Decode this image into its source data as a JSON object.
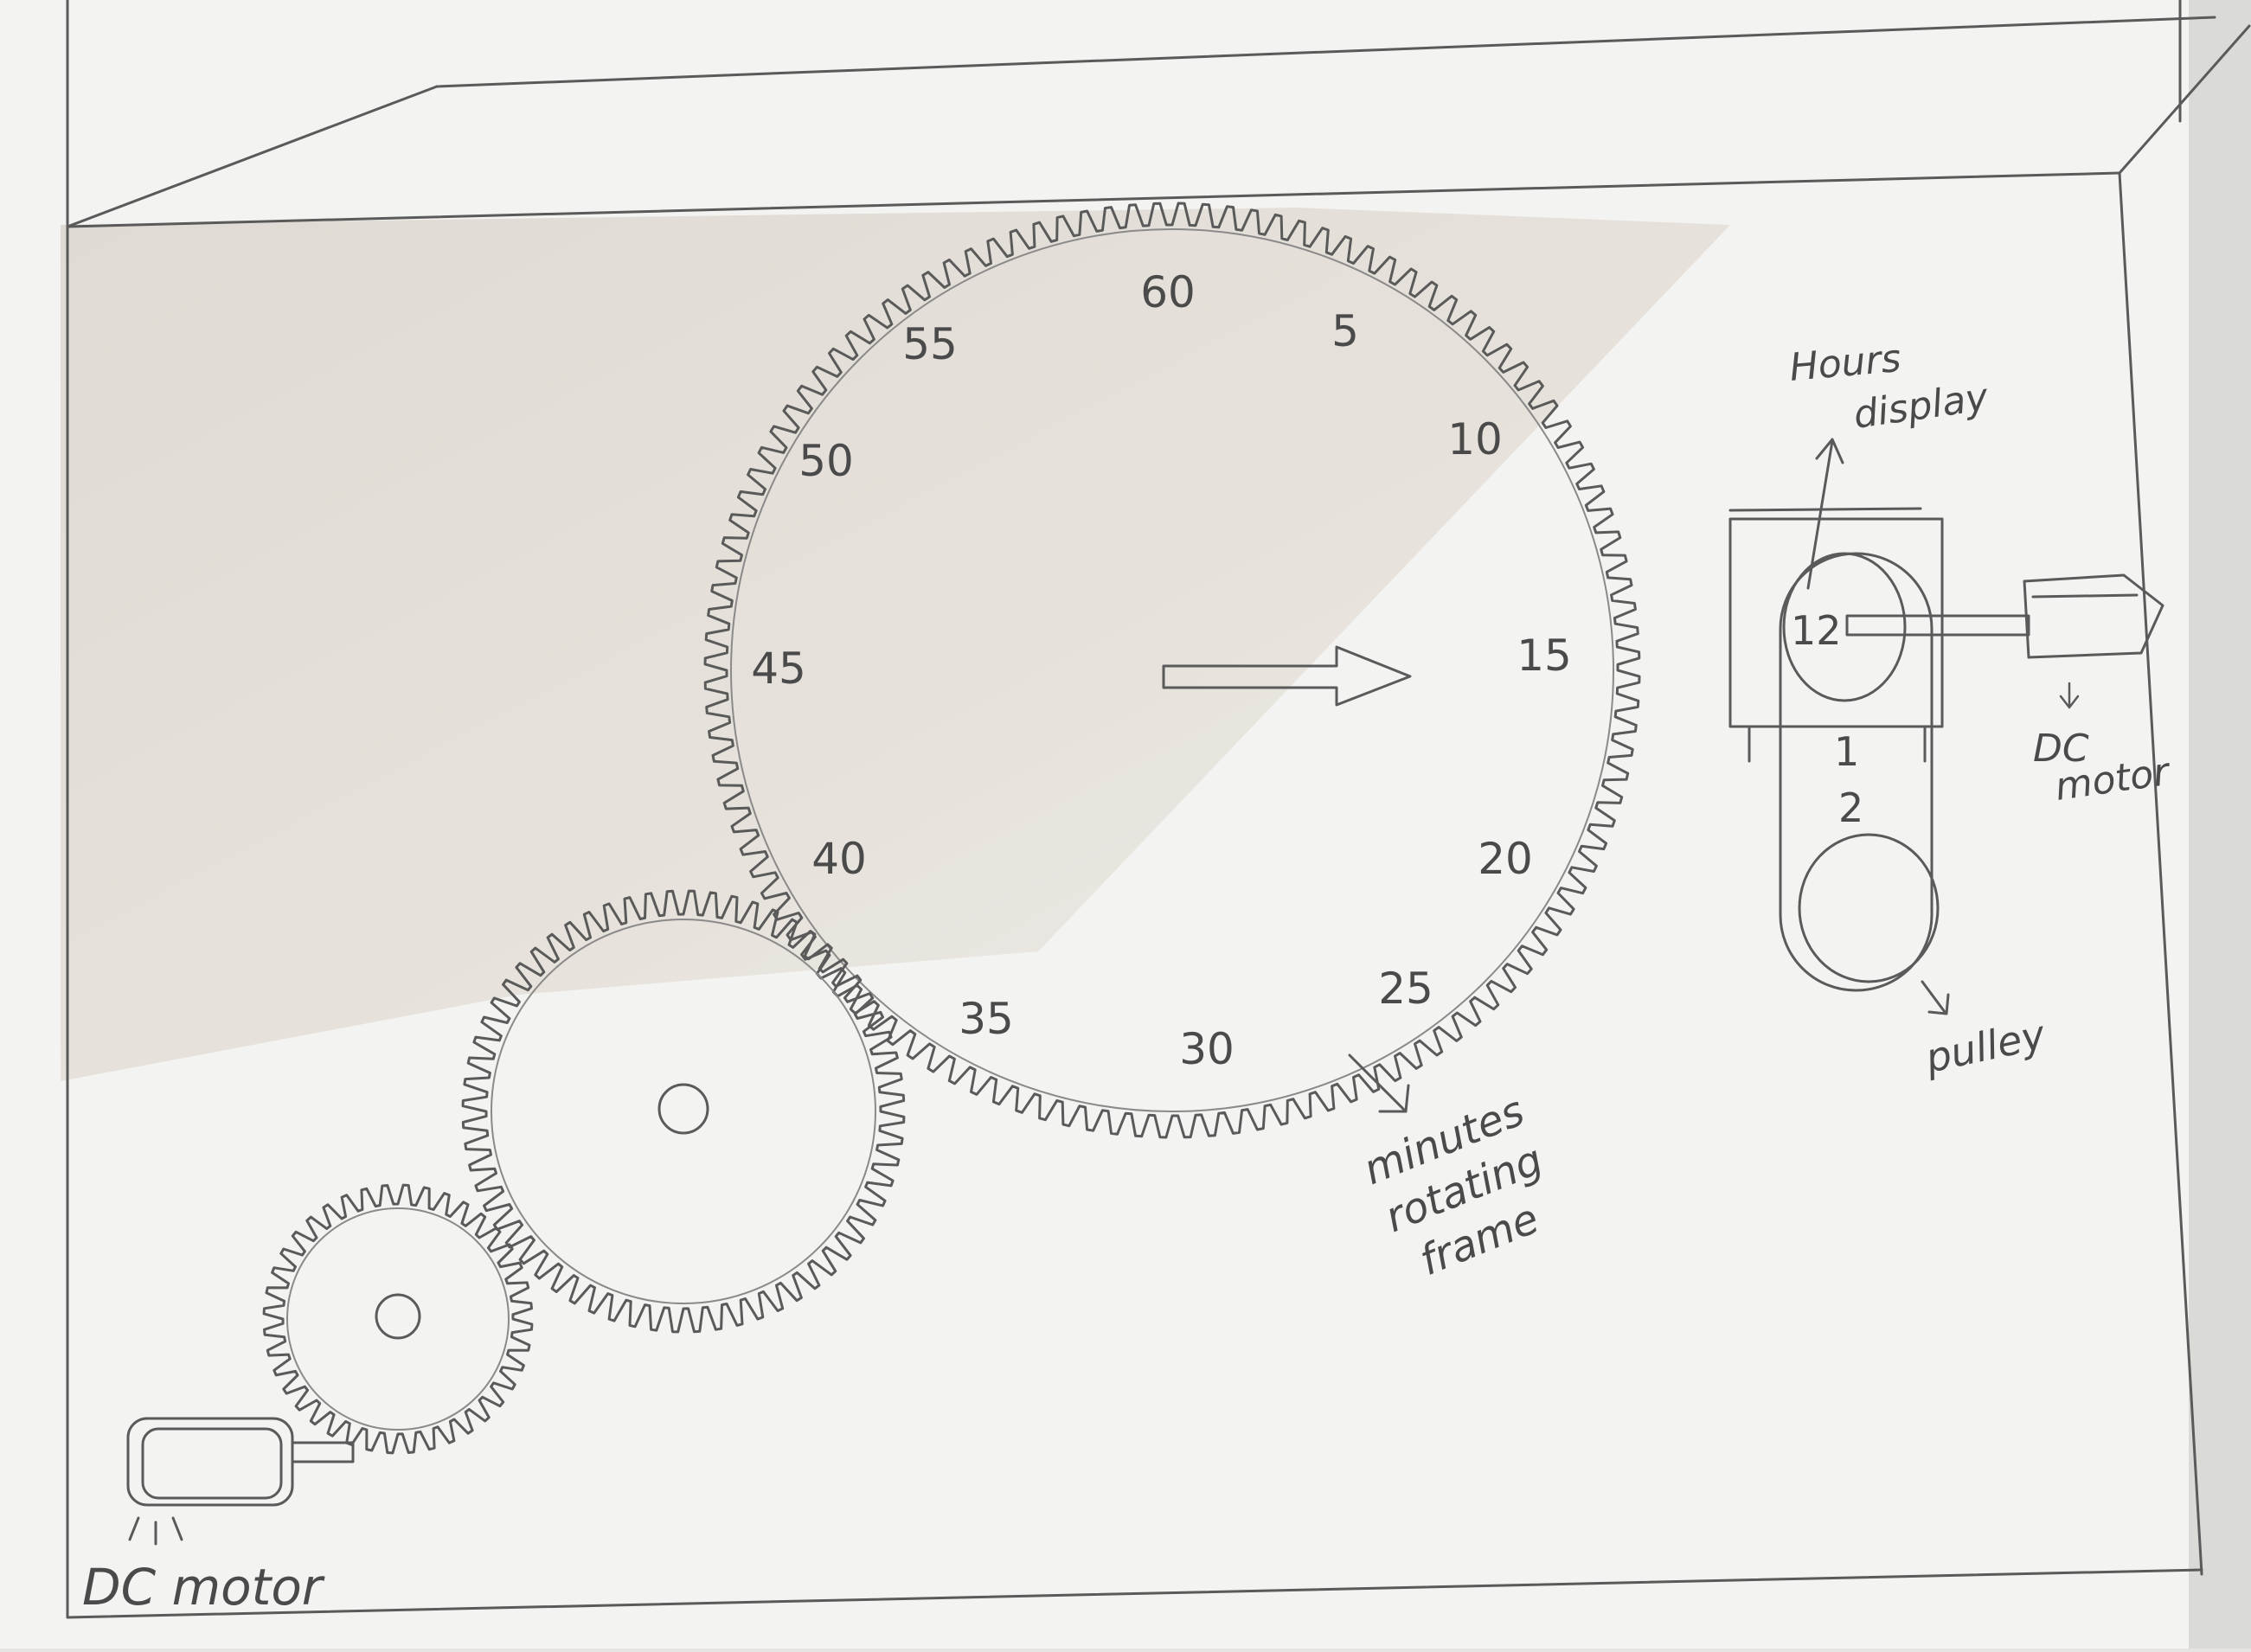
{
  "minute_dial": {
    "numbers": [
      "60",
      "5",
      "10",
      "15",
      "20",
      "25",
      "30",
      "35",
      "40",
      "45",
      "50",
      "55"
    ]
  },
  "hours_display": {
    "numbers": [
      "12",
      "1",
      "2"
    ]
  },
  "labels": {
    "hours_display_line1": "Hours",
    "hours_display_line2": "display",
    "dc_motor_right_line1": "DC",
    "dc_motor_right_line2": "motor",
    "pulley": "pulley",
    "minutes_frame_line1": "minutes",
    "minutes_frame_line2": "rotating",
    "minutes_frame_line3": "frame",
    "dc_motor_left": "DC motor"
  },
  "colors": {
    "paper": "#f3f3f1",
    "pencil": "#5a5a5a",
    "shadow": "#d9cfc3"
  }
}
